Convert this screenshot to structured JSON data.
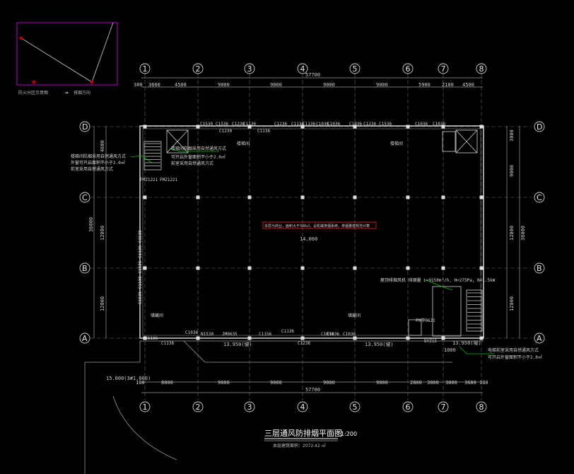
{
  "legend": {
    "zone_label": "防火分区示意图",
    "arrow_label": "排烟方向"
  },
  "grid": {
    "columns": [
      "1",
      "2",
      "3",
      "4",
      "5",
      "6",
      "7",
      "8"
    ],
    "rows": [
      "D",
      "C",
      "B",
      "A"
    ]
  },
  "dims": {
    "top_total": "57700",
    "top_spans": [
      "300",
      "3600",
      "4500",
      "9000",
      "9000",
      "9000",
      "9000",
      "5900",
      "2100",
      "4500"
    ],
    "bottom_total": "57700",
    "bottom_spans": [
      "100",
      "8000",
      "9000",
      "9000",
      "9000",
      "9000",
      "2800",
      "3000",
      "3000",
      "3600",
      "100"
    ],
    "left_total": "36000",
    "left_spans": [
      "4600",
      "12000",
      "12000"
    ],
    "right_total": "36000",
    "right_spans": [
      "3000",
      "9000",
      "12000",
      "12000"
    ],
    "bottom_extra": "1000"
  },
  "elevations": {
    "floor": "14.000",
    "ramp_1": "13.950(坡)",
    "ramp_2": "13.950(坡)",
    "ramp_3": "13.950(坡)",
    "outside": "15.000(3#1.000)"
  },
  "doors": {
    "top": [
      "C1530",
      "C1536",
      "C1236",
      "C1230",
      "C1136",
      "C1136",
      "C1236",
      "C1136",
      "C1136",
      "C1036",
      "C1036",
      "C1036",
      "C1236",
      "C1536",
      "C1036",
      "C1036"
    ],
    "bottom": [
      "C1136",
      "C1136",
      "C1036",
      "N1530",
      "JM0635",
      "C1156",
      "C1136",
      "C1236",
      "C1036",
      "C1036",
      "C1036"
    ],
    "left_stair": [
      "FMZ1221",
      "FMZ1221"
    ],
    "right_stair": [
      "FM甲0621",
      "BYZ15"
    ]
  },
  "notes": {
    "left_note_1": "楼梯间防烟采用自然通风方式",
    "left_note_2": "外窗可开启面积不小于2.0㎡",
    "left_note_3": "前室采用自然通风方式",
    "right_note_1": "电梯前室采用自然通风方式",
    "right_note_2": "可开启外窗面积不小于2.0㎡",
    "fan_note": "屋顶排烟风机 排烟量 L=9150m³/h, H=275Pa, N=1.5kW",
    "red_note": "本层为商业，面积大于300㎡，设机械排烟系统，排烟量按规范计算",
    "left_room": "储藏间",
    "right_room": "储藏间",
    "mid_left": "楼梯间",
    "mid_right": "楼梯间"
  },
  "title_block": {
    "title": "三层通风防排烟平面图",
    "scale": "1:200",
    "subtitle": "本层建筑面积：2072.42 ㎡"
  },
  "colors": {
    "background": "#000000",
    "lines": "#d0d0d0",
    "magenta": "#c000c0",
    "red": "#ff2020",
    "green": "#00c000",
    "cyan": "#00c0c0"
  }
}
